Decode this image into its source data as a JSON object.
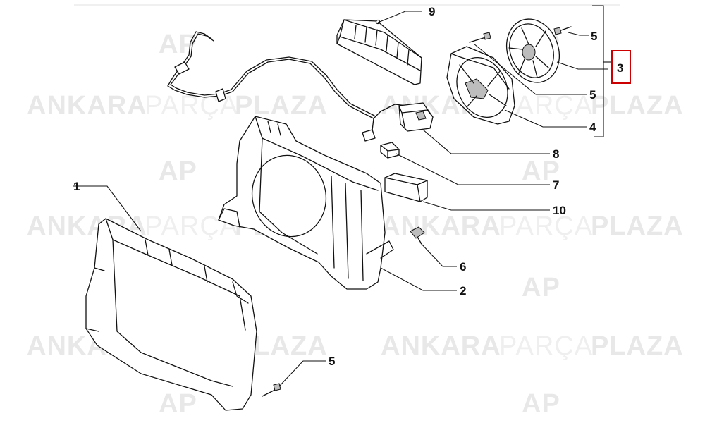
{
  "watermark": {
    "text_bold": "ANKARA",
    "text_light": "PARÇA",
    "text_bold2": "PLAZA",
    "logo_letters": "AP"
  },
  "callouts": [
    {
      "id": "1",
      "label": "1"
    },
    {
      "id": "2",
      "label": "2"
    },
    {
      "id": "3",
      "label": "3"
    },
    {
      "id": "4",
      "label": "4"
    },
    {
      "id": "5a",
      "label": "5"
    },
    {
      "id": "5b",
      "label": "5"
    },
    {
      "id": "5c",
      "label": "5"
    },
    {
      "id": "6",
      "label": "6"
    },
    {
      "id": "7",
      "label": "7"
    },
    {
      "id": "8",
      "label": "8"
    },
    {
      "id": "9",
      "label": "9"
    },
    {
      "id": "10",
      "label": "10"
    }
  ],
  "highlight_color": "#cc0000"
}
